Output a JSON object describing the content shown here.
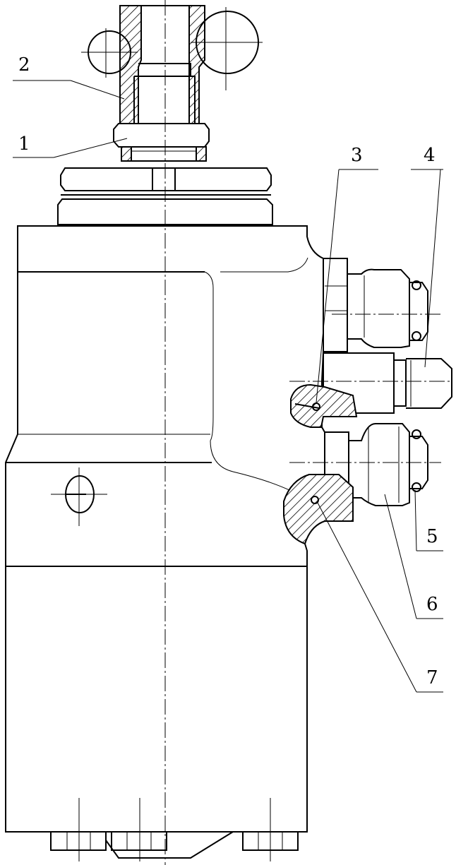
{
  "part_labels": [
    "1",
    "2",
    "3",
    "4",
    "5",
    "6",
    "7"
  ]
}
